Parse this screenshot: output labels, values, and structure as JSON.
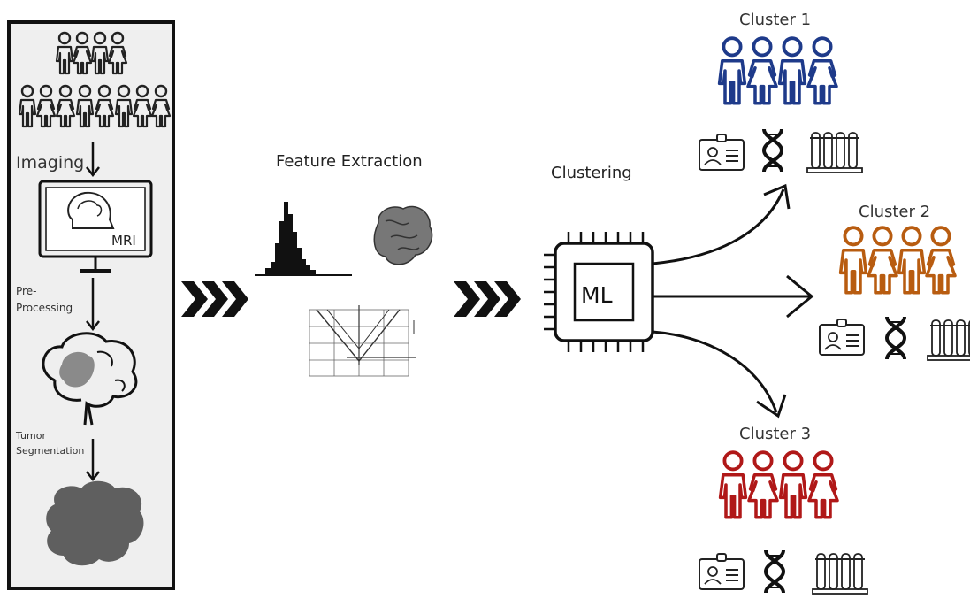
{
  "pipeline": {
    "steps": {
      "imaging": "Imaging",
      "preprocessing_line1": "Pre-",
      "preprocessing_line2": "Processing",
      "segmentation_line1": "Tumor",
      "segmentation_line2": "Segmentation",
      "feature_extraction": "Feature Extraction",
      "clustering": "Clustering"
    },
    "mri_label": "MRI",
    "ml_label": "ML"
  },
  "clusters": [
    {
      "label": "Cluster 1",
      "color": "#1e3a8a"
    },
    {
      "label": "Cluster 2",
      "color": "#b85c10"
    },
    {
      "label": "Cluster 3",
      "color": "#b01818"
    }
  ],
  "colors": {
    "panel_border": "#111111",
    "panel_bg": "#efefef",
    "ink": "#111111",
    "tumor": "#555555"
  },
  "icons": [
    "person-female-icon",
    "person-male-icon",
    "monitor-icon",
    "brain-icon",
    "tumor-icon",
    "histogram-icon",
    "tumor-3d-icon",
    "glcm-matrix-icon",
    "chevron-arrows-icon",
    "chip-icon",
    "id-card-icon",
    "dna-icon",
    "test-tubes-icon",
    "arrow-icon"
  ]
}
